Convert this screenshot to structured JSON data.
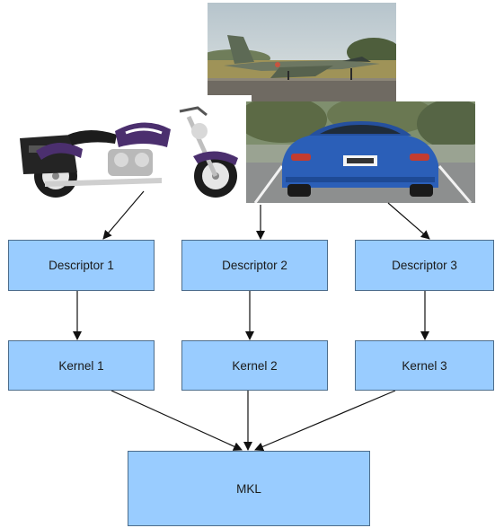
{
  "descriptors": [
    "Descriptor 1",
    "Descriptor 2",
    "Descriptor 3"
  ],
  "kernels": [
    "Kernel 1",
    "Kernel 2",
    "Kernel 3"
  ],
  "combiner": "MKL",
  "colors": {
    "box_fill": "#99ccff",
    "box_border": "#4d6d8c",
    "arrow": "#111111"
  }
}
